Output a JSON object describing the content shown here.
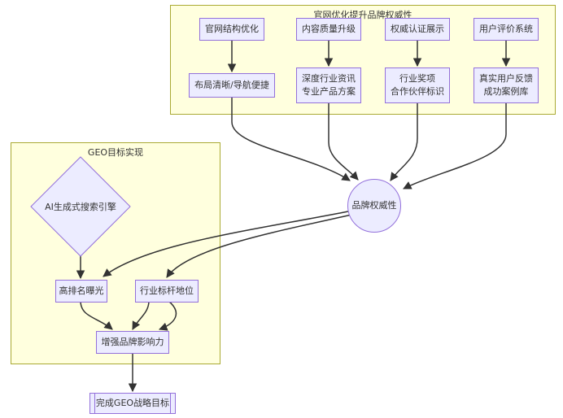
{
  "clusters": {
    "top": {
      "title": "官网优化提升品牌权威性"
    },
    "geo": {
      "title": "GEO目标实现"
    }
  },
  "nodes": {
    "a1": "官网结构优化",
    "a2": "内容质量升级",
    "a3": "权威认证展示",
    "a4": "用户评价系统",
    "b1": "布局清晰/导航便捷",
    "b2": [
      "深度行业资讯",
      "专业产品方案"
    ],
    "b3": [
      "行业奖项",
      "合作伙伴标识"
    ],
    "b4": [
      "真实用户反馈",
      "成功案例库"
    ],
    "brand": "品牌权威性",
    "ai": "AI生成式搜索引擎",
    "rank": "高排名曝光",
    "bench": "行业标杆地位",
    "influence": "增强品牌影响力",
    "goal": "完成GEO战略目标"
  },
  "colors": {
    "cluster_fill": "#ffffde",
    "cluster_border": "#aaaa33",
    "node_fill": "#ececff",
    "node_border": "#9370db",
    "edge": "#333333"
  }
}
